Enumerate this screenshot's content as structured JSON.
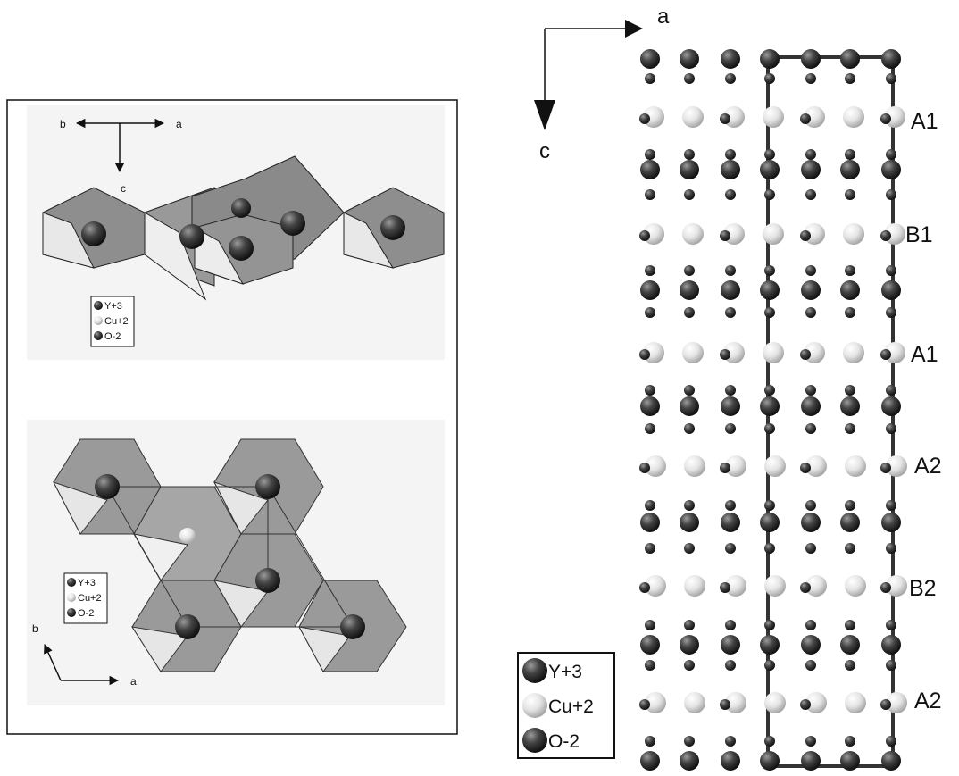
{
  "left_panel": {
    "top_view": {
      "axis_labels": {
        "b": "b",
        "a": "a",
        "c": "c"
      },
      "legend": [
        {
          "label": "Y+3",
          "color": "#333333"
        },
        {
          "label": "Cu+2",
          "color": "#d9d9d9"
        },
        {
          "label": "O-2",
          "color": "#333333"
        }
      ]
    },
    "bottom_view": {
      "axis_labels": {
        "b": "b",
        "a": "a"
      },
      "legend": [
        {
          "label": "Y+3",
          "color": "#333333"
        },
        {
          "label": "Cu+2",
          "color": "#d9d9d9"
        },
        {
          "label": "O-2",
          "color": "#333333"
        }
      ]
    }
  },
  "right_panel": {
    "axis_labels": {
      "a": "a",
      "c": "c"
    },
    "layer_labels": [
      "A1",
      "B1",
      "A1",
      "A2",
      "B2",
      "A2"
    ],
    "legend": [
      {
        "label": "Y+3",
        "color": "#333333"
      },
      {
        "label": "Cu+2",
        "color": "#d9d9d9"
      },
      {
        "label": "O-2",
        "color": "#333333"
      }
    ]
  },
  "colors": {
    "dark_atom": "#2b2b2b",
    "light_atom": "#dcdcdc",
    "polyhedron_dark": "#8a8a8a",
    "polyhedron_light": "#e6e6e6",
    "cell_line": "#333333"
  }
}
